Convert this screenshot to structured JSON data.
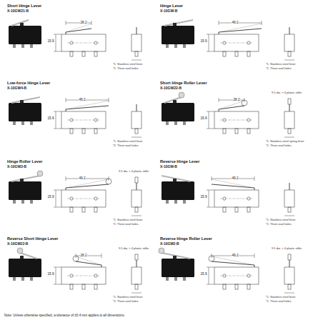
{
  "diagram": {
    "labels": [
      "Short Hinge Lever",
      "X-10GW21-B",
      "28.2",
      "15.9",
      "*1. Stainless steel lever",
      "*2. Three oval holes",
      "Hinge Lever",
      "X-10GW-B",
      "49.2",
      "15.9",
      "*1. Stainless steel lever",
      "*2. Three oval holes",
      "Low-force Hinge Lever",
      "X-10GW4-B",
      "49.2",
      "15.9",
      "*1. Stainless steel lever",
      "*2. Three oval holes",
      "Short Hinge Roller Lever",
      "X-10GW22-B",
      "28.2",
      "15.9",
      "*1. Stainless steel spring lever",
      "*2. Three oval holes",
      "9.5 dia. × 4 plastic roller",
      "Hinge Roller Lever",
      "X-10GW2-B",
      "49.2",
      "15.9",
      "*1. Stainless steel lever",
      "*2. Three oval holes",
      "9.5 dia. × 4 plastic roller",
      "Reverse Hinge Lever",
      "X-10GM-B",
      "49.2",
      "15.9",
      "*1. Stainless steel lever",
      "*2. Three oval holes",
      "Reverse Short Hinge Lever",
      "X-10GM22-B",
      "28.2",
      "15.9",
      "*1. Stainless steel lever",
      "*2. Three oval holes",
      "9.5 dia. × 4 plastic roller",
      "Reverse Hinge Roller Lever",
      "X-10GM2-B",
      "49.2",
      "15.9",
      "*1. Stainless steel lever",
      "*2. Three oval holes",
      "9.5 dia. × 4 plastic roller",
      "Note: Unless otherwise specified, a tolerance of ±0.4 mm applies to all dimensions."
    ]
  }
}
